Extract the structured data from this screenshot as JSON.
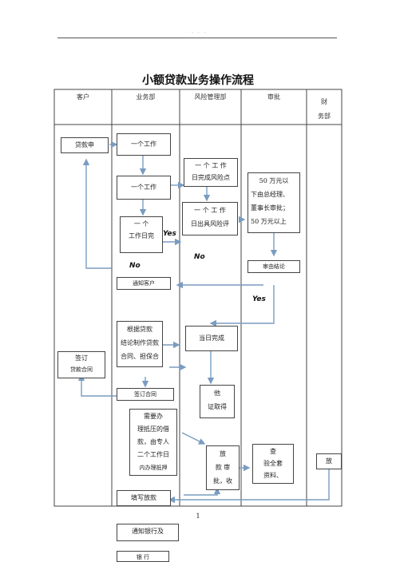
{
  "header": {
    "dots": ". . ."
  },
  "title": "小额贷款业务操作流程",
  "columns": {
    "client": "客户",
    "business": "业务部",
    "risk": "风险管理部",
    "approval": "审批",
    "finance_1": "财",
    "finance_2": "务部"
  },
  "boxes": {
    "loan_apply": "贷款申",
    "biz_step1": "一个工作",
    "biz_step2": "一个工作",
    "biz_step3_l1": "一 个",
    "biz_step3_l2": "工作日完",
    "risk_step1_l1": "一 个 工 作",
    "risk_step1_l2": "日完成风险点",
    "risk_step2_l1": "一 个 工 作",
    "risk_step2_l2": "日出具风险评",
    "approve_l1": "50 万元以",
    "approve_l2": "下由总经理、",
    "approve_l3": "董事长审批；",
    "approve_l4": "50  万元以上",
    "approve_result": "审由结论",
    "notify_client": "通知客户",
    "contract_l1": "根据贷款",
    "contract_l2": "结论制作贷款",
    "contract_l3": "合同、担保合",
    "same_day": "当日完成",
    "sign_l1": "签订",
    "sign_l2": "贷款合同",
    "sign_contract": "签订合同",
    "other_l1": "他",
    "other_l2": "证取得",
    "pledge_l1": "需要办",
    "pledge_l2": "理抵压的借",
    "pledge_l3": "款，由专人",
    "pledge_l4": "二个工作日",
    "pledge_l5": "内办理抵押",
    "loan_review_l1": "放",
    "loan_review_l2": "款  审",
    "loan_review_l3": "批，收",
    "check_l1": "查",
    "check_l2": "验全套",
    "check_l3": "资料、",
    "finance_release": "放",
    "fill_loan": "填写放款",
    "notify_bank": "通知银行及",
    "last_box": "银 行"
  },
  "labels": {
    "yes1": "Yes",
    "no1": "No",
    "no2": "No",
    "yes2": "Yes"
  },
  "page_number": "1",
  "colors": {
    "arrow": "#7a9cc0",
    "border": "#444444"
  }
}
